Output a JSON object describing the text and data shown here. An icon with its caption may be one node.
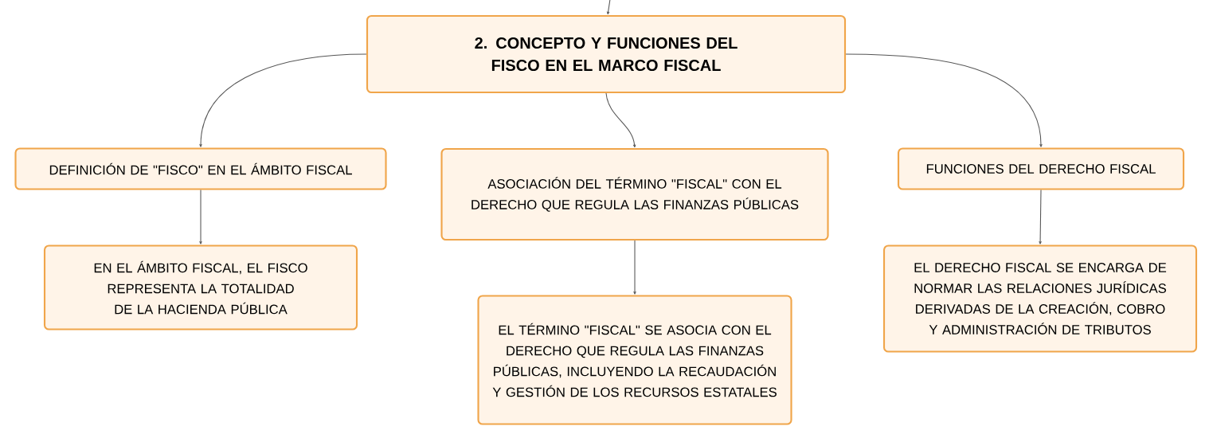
{
  "diagram": {
    "nodes": [
      {
        "text": [
          "2. CONCEPTO Y FUNCIONES DEL FISCO EN EL MARCO FISCAL"
        ]
      },
      {
        "text": [
          "DEFINICIÓN DE \"FISCO\" EN EL ÁMBITO FISCAL"
        ]
      },
      {
        "text": [
          "ASOCIACIÓN DEL TÉRMINO \"FISCAL\" CON EL DERECHO QUE REGULA LAS FINANZAS PÚBLICAS"
        ]
      },
      {
        "text": [
          "FUNCIONES DEL DERECHO FISCAL"
        ]
      },
      {
        "text": [
          "EN EL ÁMBITO FISCAL, EL FISCO REPRESENTA LA TOTALIDAD DE LA HACIENDA PÚBLICA"
        ]
      },
      {
        "text": [
          "EL TÉRMINO \"FISCAL\" SE ASOCIA CON EL DERECHO QUE REGULA LAS FINANZAS PÚBLICAS, INCLUYENDO LA RECAUDACIÓN Y GESTIÓN DE LOS RECURSOS ESTATALES"
        ]
      },
      {
        "text": [
          "EL DERECHO FISCAL SE ENCARGA DE NORMAR LAS RELACIONES JURÍDICAS DERIVADAS DE LA CREACIÓN, COBRO Y ADMINISTRACIÓN DE TRIBUTOS"
        ]
      }
    ],
    "edges": [
      {
        "from": null,
        "to": 0,
        "arrow": "to"
      },
      {
        "from": 0,
        "to": 1,
        "arrow": "to"
      },
      {
        "from": 0,
        "to": 2,
        "arrow": "to"
      },
      {
        "from": 0,
        "to": 3,
        "arrow": "to"
      },
      {
        "from": 1,
        "to": 4,
        "arrow": "to"
      },
      {
        "from": 2,
        "to": 5,
        "arrow": "to"
      },
      {
        "from": 3,
        "to": 6,
        "arrow": "to"
      }
    ]
  }
}
